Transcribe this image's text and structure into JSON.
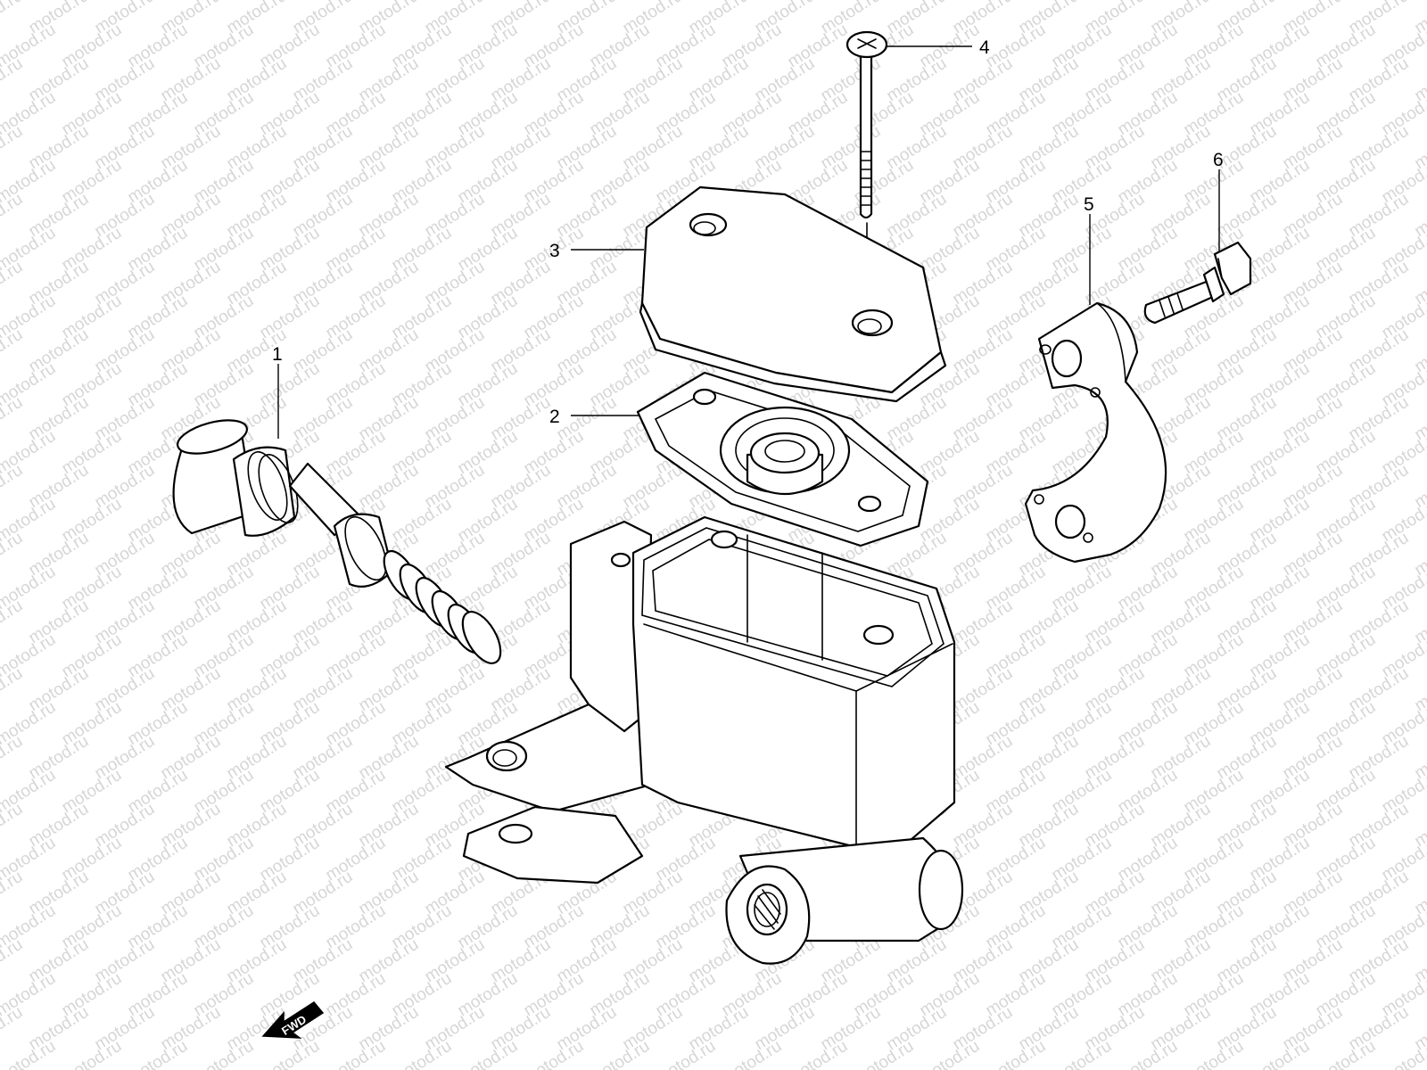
{
  "watermark": "motod.ru",
  "callouts": [
    "1",
    "2",
    "3",
    "4",
    "5",
    "6"
  ],
  "fwd_label": "FWD",
  "colors": {
    "line": "#000000",
    "watermark": "#d6d6d6",
    "background": "#ffffff"
  }
}
